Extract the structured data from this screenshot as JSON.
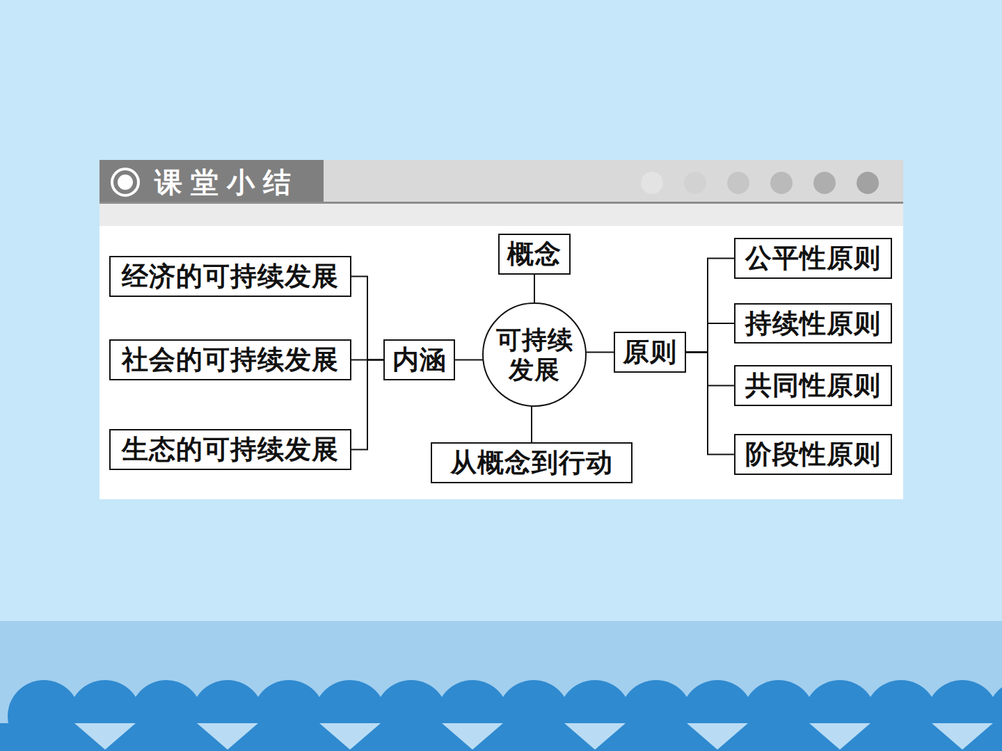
{
  "diagram": {
    "title": "课堂小结",
    "nodes": [
      {
        "text": [
          "经济的可持续发展"
        ]
      },
      {
        "text": [
          "社会的可持续发展"
        ]
      },
      {
        "text": [
          "生态的可持续发展"
        ]
      },
      {
        "text": [
          "概念"
        ]
      },
      {
        "text": [
          "内涵"
        ]
      },
      {
        "text": [
          "可持续 发展"
        ]
      },
      {
        "text": [
          "原则"
        ]
      },
      {
        "text": [
          "公平性原则"
        ]
      },
      {
        "text": [
          "持续性原则"
        ]
      },
      {
        "text": [
          "共同性原则"
        ]
      },
      {
        "text": [
          "阶段性原则"
        ]
      },
      {
        "text": [
          "从概念到行动"
        ]
      }
    ],
    "edges": [
      {
        "from": 4,
        "to": 0,
        "arrow": "none"
      },
      {
        "from": 4,
        "to": 1,
        "arrow": "none"
      },
      {
        "from": 4,
        "to": 2,
        "arrow": "none"
      },
      {
        "from": 5,
        "to": 3,
        "arrow": "none"
      },
      {
        "from": 5,
        "to": 4,
        "arrow": "none"
      },
      {
        "from": 5,
        "to": 6,
        "arrow": "none"
      },
      {
        "from": 5,
        "to": 11,
        "arrow": "none"
      },
      {
        "from": 6,
        "to": 7,
        "arrow": "none"
      },
      {
        "from": 6,
        "to": 8,
        "arrow": "none"
      },
      {
        "from": 6,
        "to": 9,
        "arrow": "none"
      },
      {
        "from": 6,
        "to": 10,
        "arrow": "none"
      }
    ]
  }
}
